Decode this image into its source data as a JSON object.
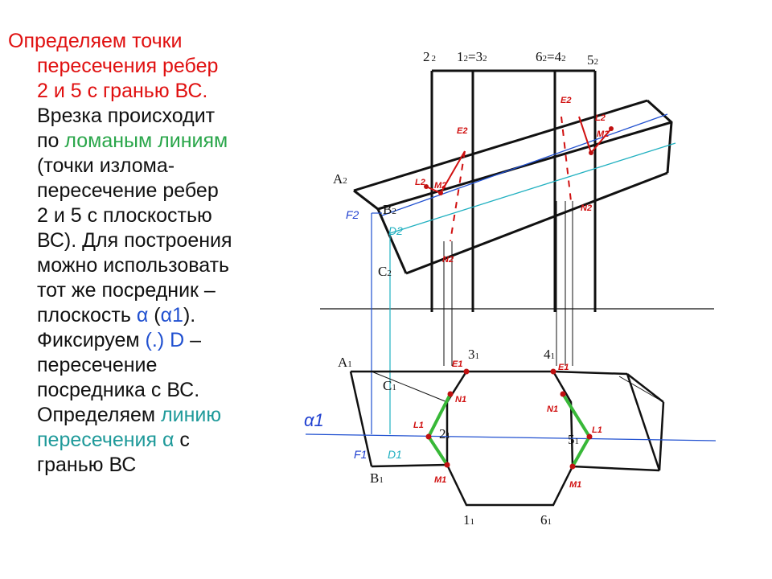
{
  "text": {
    "line1": "Определяем точки",
    "line2": "пересечения ребер",
    "line3": "2 и 5 с гранью  ВС.",
    "line4": "Врезка  происходит",
    "line5_a": "по ",
    "line5_b": "ломаным линиям",
    "line6": "(точки излома-",
    "line7": "пересечение ребер",
    "line8": "2 и 5 с плоскостью",
    "line9": "ВС). Для построения",
    "line10": "можно использовать",
    "line11": "тот же посредник –",
    "line12_a": "плоскость ",
    "line12_b": "α",
    "line12_c": " (",
    "line12_d": "α1",
    "line12_e": ").",
    "line13_a": "Фиксируем ",
    "line13_b": "(.) D",
    "line13_c": " –",
    "line14": "пересечение",
    "line15": "посредника с ВС.",
    "line16_a": "Определяем ",
    "line16_b": "линию",
    "line17_a": "пересечения α",
    "line17_b": " с",
    "line18": "гранью ВС"
  },
  "labels": {
    "a2": "A",
    "a2s": "2",
    "b2": "B",
    "b2s": "2",
    "c2": "C",
    "c2s": "2",
    "d2": "D2",
    "f2": "F2",
    "top_2": "2",
    "top_2s": "2",
    "top_13": "1",
    "top_13s": "2",
    "top_13b": "=3",
    "top_13bs": "2",
    "top_64": "6",
    "top_64s": "2",
    "top_64b": "=4",
    "top_64bs": "2",
    "top_5": "5",
    "top_5s": "2",
    "a1": "A",
    "a1s": "1",
    "b1": "B",
    "b1s": "1",
    "c1": "C",
    "c1s": "1",
    "f1": "F1",
    "d1": "D1",
    "alpha1": "α1",
    "n3": "3",
    "n3s": "1",
    "n4": "4",
    "n4s": "1",
    "n2": "2",
    "n2s": "1",
    "n5": "5",
    "n5s": "1",
    "n1": "1",
    "n1s": "1",
    "n6": "6",
    "n6s": "1",
    "e2": "E2",
    "l2": "L2",
    "m2": "M2",
    "n2f": "N2",
    "e2r": "E2",
    "l2r": "L2",
    "m2r": "M2",
    "n2r": "N2",
    "e1": "E1",
    "n1f": "N1",
    "l1": "L1",
    "m1": "M1",
    "e1r": "E1",
    "n1r": "N1",
    "l1r": "L1",
    "m1r": "M1"
  },
  "colors": {
    "text": "#111111",
    "red": "#e01010",
    "green": "#2aa64a",
    "teal": "#1f9a9a",
    "blue": "#2050d0",
    "line_green": "#38b838",
    "cyan_line": "#20b0c0"
  }
}
